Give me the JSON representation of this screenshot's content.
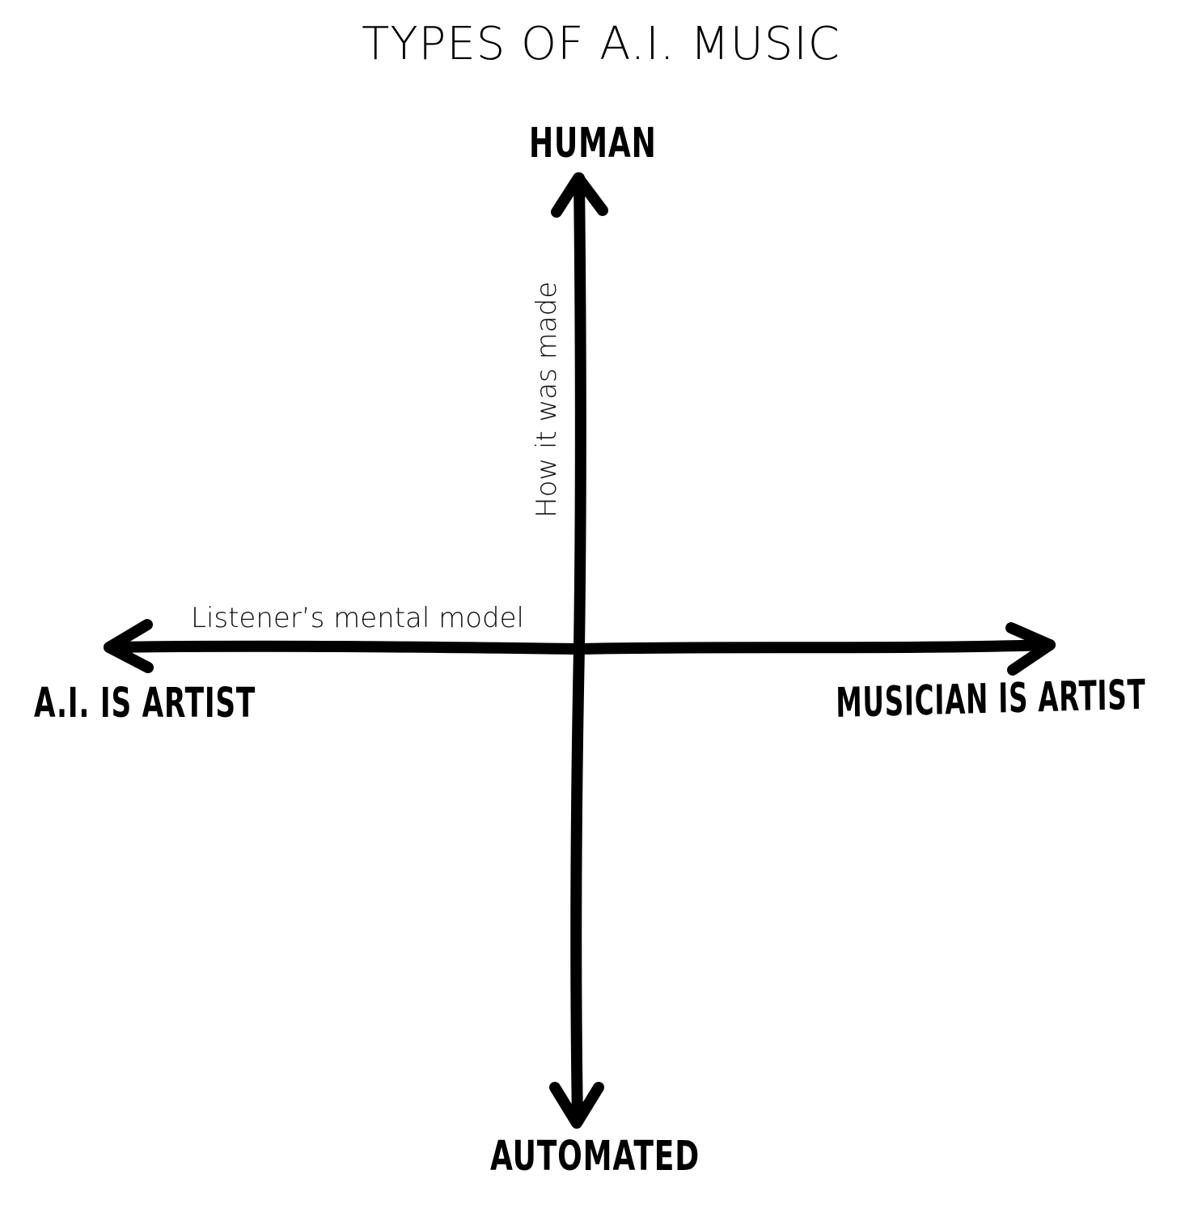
{
  "title": "TYPES OF A.I. MUSIC",
  "y_axis": {
    "name": "How it was made",
    "top_pole": "HUMAN",
    "bottom_pole": "AUTOMATED"
  },
  "x_axis": {
    "name": "Listener’s mental model",
    "left_pole": "A.I. IS ARTIST",
    "right_pole": "MUSICIAN IS ARTIST"
  },
  "colors": {
    "ink": "#000000",
    "background": "#ffffff"
  }
}
